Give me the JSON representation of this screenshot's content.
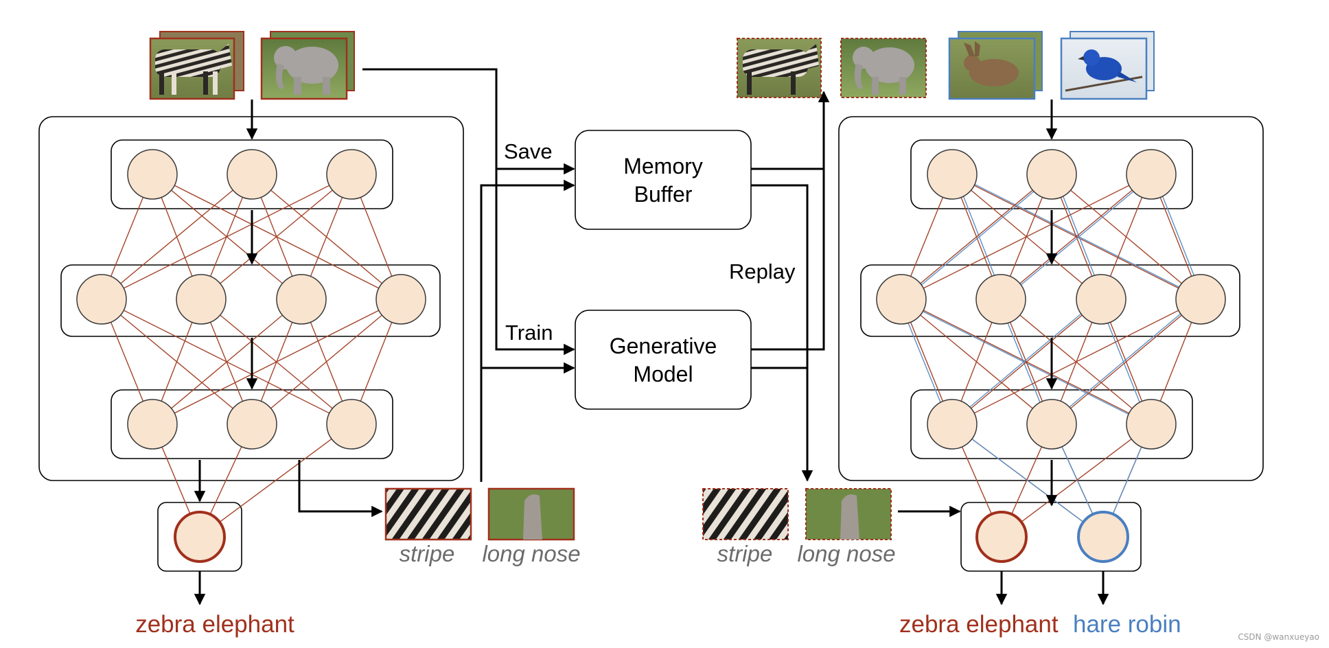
{
  "memory_buffer": {
    "line1": "Memory",
    "line2": "Buffer"
  },
  "generative_model": {
    "line1": "Generative",
    "line2": "Model"
  },
  "flow": {
    "save": "Save",
    "train": "Train",
    "replay": "Replay"
  },
  "features_left": {
    "stripe": "stripe",
    "long_nose": "long nose"
  },
  "features_right": {
    "stripe": "stripe",
    "long_nose": "long nose"
  },
  "outputs_left": {
    "old_classes": "zebra elephant"
  },
  "outputs_right": {
    "old_classes": "zebra elephant",
    "new_classes": "hare robin"
  },
  "images": {
    "zebra": "zebra photo",
    "elephant": "elephant photo",
    "hare": "hare photo",
    "robin": "robin photo",
    "stripe_patch": "zebra stripe patch",
    "long_nose_patch": "elephant trunk patch"
  },
  "colors": {
    "old_task": "#a0301c",
    "new_task": "#4a7fc1",
    "node_fill": "#f9e4d0",
    "old_link": "#a4442a",
    "new_link": "#5e8fc4",
    "label_gray": "#6b6b6b"
  },
  "watermark": "CSDN @wanxueyao"
}
